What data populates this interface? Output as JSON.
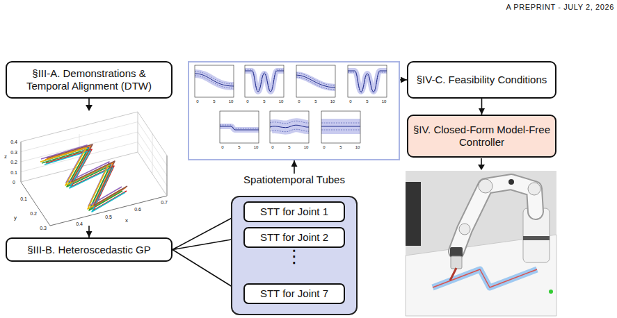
{
  "diagram": {
    "nodes": [
      {
        "text": [
          "§III-A. Demonstrations & Temporal Alignment (DTW)"
        ]
      },
      {
        "text": [
          "§III-B. Heteroscedastic GP"
        ]
      },
      {
        "text": [
          "0",
          "5",
          "10",
          "0",
          "5",
          "10",
          "0",
          "5",
          "10",
          "0",
          "5",
          "10",
          "0",
          "5",
          "10",
          "0",
          "5",
          "10",
          "0",
          "5",
          "10"
        ]
      },
      {
        "text": [
          "Spatiotemporal Tubes",
          "⋮"
        ]
      },
      {
        "text": [
          "STT for Joint 1"
        ],
        "in": 3
      },
      {
        "text": [
          "STT for Joint 2"
        ],
        "in": 3
      },
      {
        "text": [
          "STT for Joint 7"
        ],
        "in": 3
      },
      {
        "text": [
          "§IV-C. Feasibility Conditions"
        ]
      },
      {
        "text": [
          "§IV. Closed-Form Model-Free Controller"
        ]
      }
    ],
    "edges": [
      {
        "from": 0,
        "to": 1,
        "arrow": "to"
      },
      {
        "from": 1,
        "to": 4,
        "arrow": "to"
      },
      {
        "from": 1,
        "to": 5,
        "arrow": "to"
      },
      {
        "from": 1,
        "to": 6,
        "arrow": "to"
      },
      {
        "from": 3,
        "to": 2,
        "arrow": "to"
      },
      {
        "from": 2,
        "to": 7,
        "arrow": "to"
      },
      {
        "from": 7,
        "to": 8,
        "arrow": "to"
      }
    ],
    "labels": [
      "A PREPRINT - JULY 2, 2026",
      "z",
      "0.4",
      "0.3",
      "0.2",
      "0.1",
      "0",
      "y",
      "0.1",
      "0.2",
      "0.3",
      "x",
      "0.4",
      "0.5",
      "0.6",
      "0.7"
    ]
  }
}
